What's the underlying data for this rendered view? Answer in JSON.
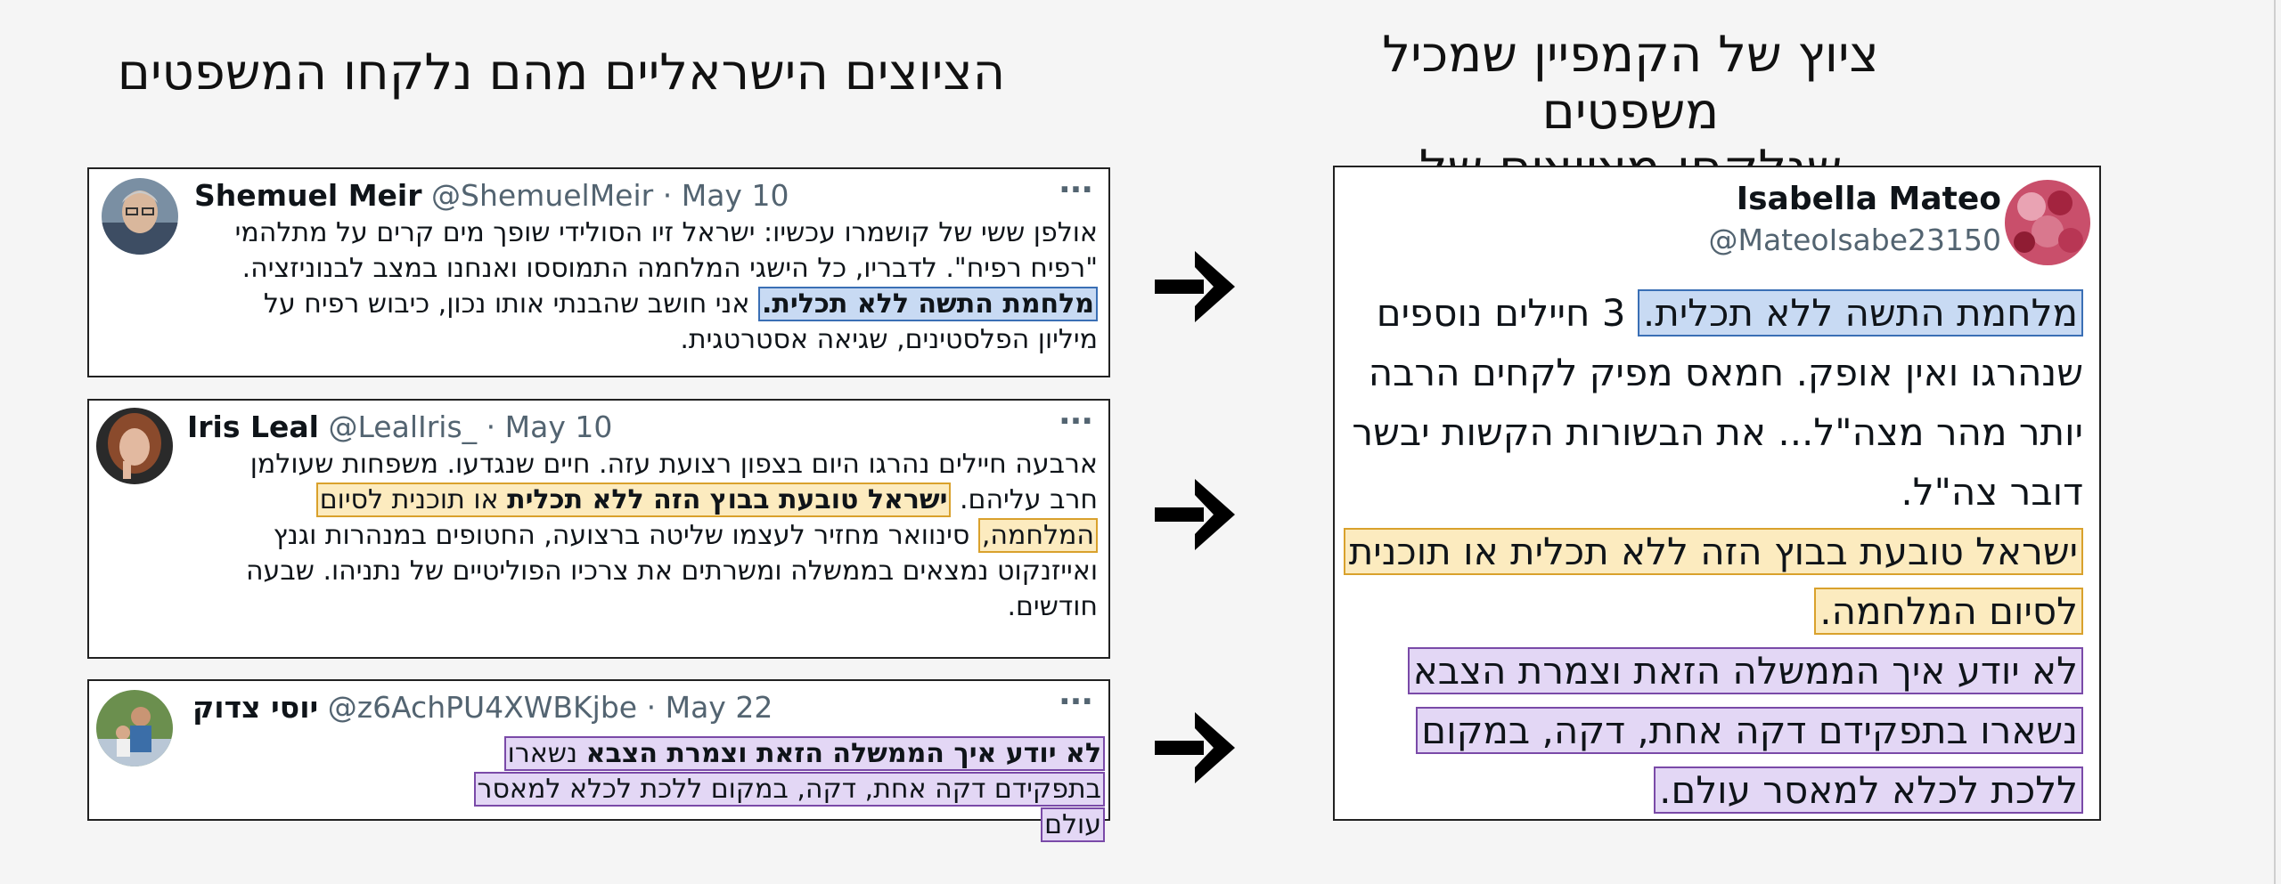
{
  "headings": {
    "left": "הציוצים הישראליים מהם נלקחו המשפטים",
    "right_line1": "ציוץ של הקמפיין שמכיל משפטים",
    "right_line2": "שנלקחו מציוצים של ישראלים"
  },
  "source_tweets": [
    {
      "name": "Shemuel Meir",
      "handle": "@ShemuelMeir",
      "date": "May 10",
      "more": "···",
      "text_before": "אולפן ששי של קושמרו עכשיו: ישראל זיו הסולידי שופך מים קרים על מתלהמי \"רפיח רפיח\". לדבריו, כל הישגי המלחמה התמוססו ואנחנו במצב לבנוניזציה. ",
      "text_highlight": "מלחמת התשה ללא תכלית.",
      "text_after": " אני חושב שהבנתי אותו נכון, כיבוש רפיח על מיליון הפלסטינים, שגיאה אסטרטגית.",
      "highlight_color": "blue"
    },
    {
      "name": "Iris Leal",
      "handle": "@LealIris_",
      "date": "May 10",
      "more": "···",
      "text_before": "ארבעה חיילים נהרגו היום בצפון רצועת עזה. חיים שנגדעו. משפחות שעולמן חרב עליהם. ",
      "text_highlight_bold": "ישראל טובעת בבוץ הזה ללא תכלית",
      "text_highlight_rest": " או תוכנית לסיום המלחמה,",
      "text_after": " סינוואר מחזיר לעצמו שליטה ברצועה, החטופים במנהרות וגנץ ואייזנקוט נמצאים בממשלה ומשרתים את צרכיו הפוליטיים של נתניהו. שבעה חודשים.",
      "highlight_color": "yellow"
    },
    {
      "name": "יוסי צדוק",
      "handle": "@z6AchPU4XWBKjbe",
      "date": "May 22",
      "more": "···",
      "text_highlight_bold": "לא יודע איך הממשלה הזאת וצמרת הצבא",
      "text_highlight_rest": " נשארו בתפקידם דקה אחת, דקה, במקום ללכת לכלא למאסר עולם",
      "highlight_color": "purple"
    }
  ],
  "campaign_tweet": {
    "name": "Isabella Mateo",
    "handle": "@MateoIsabe23150",
    "part1_highlight": "מלחמת התשה ללא תכלית.",
    "part1_after": " 3 חיילים נוספים שנהרגו ואין אופק. חמאס מפיק לקחים הרבה יותר מהר מצה\"ל... את הבשורות הקשות יבשר דובר צה\"ל.",
    "part2_highlight": "ישראל טובעת בבוץ הזה ללא תכלית או תוכנית לסיום המלחמה.",
    "part3_highlight": "לא יודע איך הממשלה הזאת וצמרת הצבא נשארו בתפקידם דקה אחת, דקה, במקום ללכת לכלא למאסר עולם."
  },
  "colors": {
    "blue_fill": "#c8daf3",
    "blue_border": "#3a6fb5",
    "yellow_fill": "#fcebbf",
    "yellow_border": "#d9a12c",
    "purple_fill": "#e3d7f5",
    "purple_border": "#7a4aa8"
  },
  "icons": [
    "arrow-right-icon",
    "more-options-icon",
    "avatar"
  ]
}
